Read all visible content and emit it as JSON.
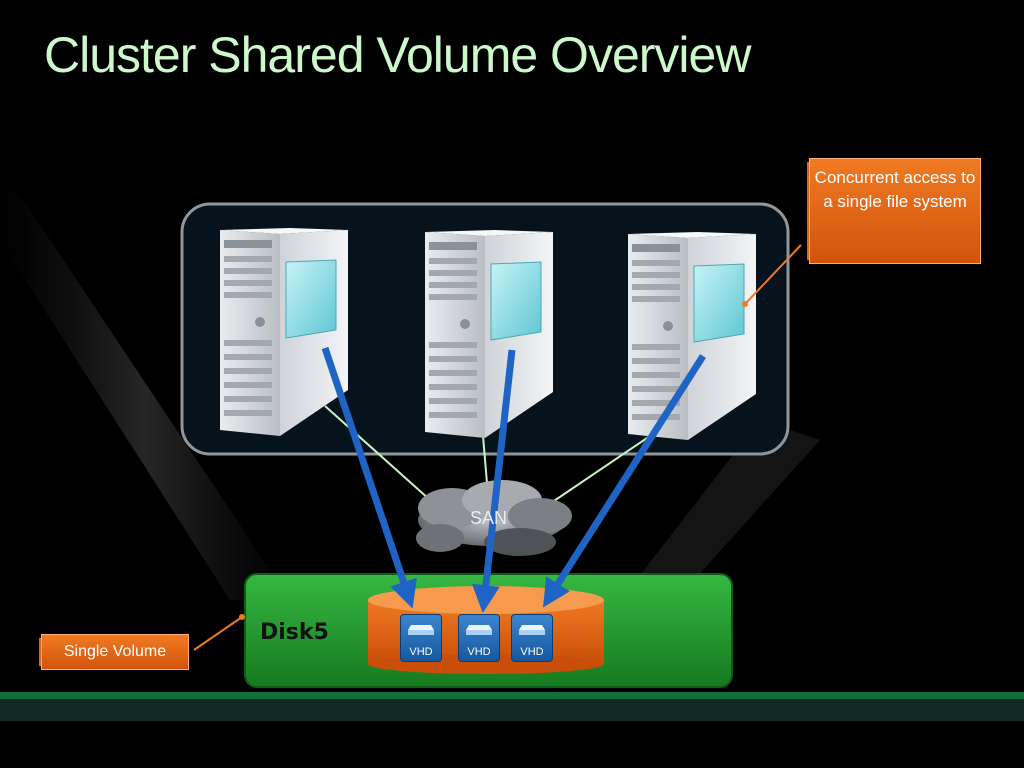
{
  "slide": {
    "title": "Cluster Shared Volume Overview"
  },
  "callouts": {
    "concurrent": "Concurrent access to a single file system",
    "single_volume": "Single Volume"
  },
  "labels": {
    "san": "SAN",
    "disk": "Disk5"
  },
  "vhds": [
    "VHD",
    "VHD",
    "VHD"
  ],
  "colors": {
    "title": "#cdf8cc",
    "callout": "#e0641a",
    "disk_panel": "#1e9a2c",
    "arrow": "#1f63c4",
    "connector": "#c8f5c0"
  }
}
